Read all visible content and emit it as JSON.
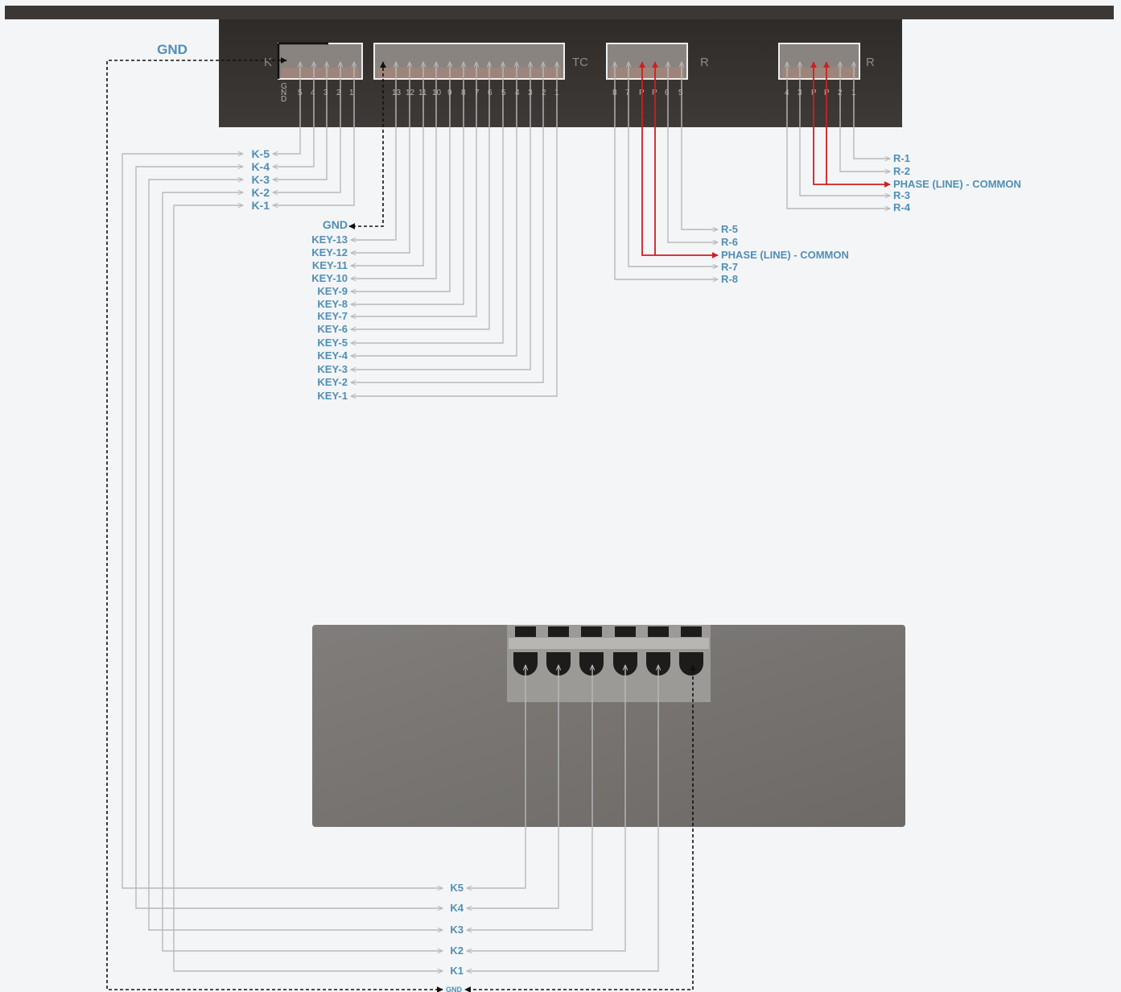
{
  "colors": {
    "label": "#4f8fb5",
    "wire": "#b9b9b9",
    "phase_wire": "#cc2020",
    "ground_wire": "#111111",
    "panel_dark": "#3a3634",
    "keypad_body": "#767370"
  },
  "panel": {
    "connector_tags": [
      "K",
      "TC",
      "R",
      "R"
    ],
    "k_connector_pins": [
      "G\nN\nD",
      "5",
      "4",
      "3",
      "2",
      "1"
    ],
    "key_connector_pins": [
      "13",
      "12",
      "11",
      "10",
      "9",
      "8",
      "7",
      "6",
      "5",
      "4",
      "3",
      "2",
      "1"
    ],
    "relay_b_pins": [
      "8",
      "7",
      "P",
      "P",
      "6",
      "5"
    ],
    "relay_a_pins": [
      "4",
      "3",
      "P",
      "P",
      "2",
      "1"
    ]
  },
  "labels": {
    "gnd_top": "GND",
    "gnd_key": "GND",
    "gnd_bottom": "GND",
    "k_outputs": [
      "K-5",
      "K-4",
      "K-3",
      "K-2",
      "K-1"
    ],
    "key_inputs": [
      "KEY-13",
      "KEY-12",
      "KEY-11",
      "KEY-10",
      "KEY-9",
      "KEY-8",
      "KEY-7",
      "KEY-6",
      "KEY-5",
      "KEY-4",
      "KEY-3",
      "KEY-2",
      "KEY-1"
    ],
    "relay_a": [
      "R-1",
      "R-2",
      "PHASE (LINE) - COMMON",
      "R-3",
      "R-4"
    ],
    "relay_b": [
      "R-5",
      "R-6",
      "PHASE (LINE) - COMMON",
      "R-7",
      "R-8"
    ],
    "keypad_outputs": [
      "K5",
      "K4",
      "K3",
      "K2",
      "K1"
    ]
  }
}
